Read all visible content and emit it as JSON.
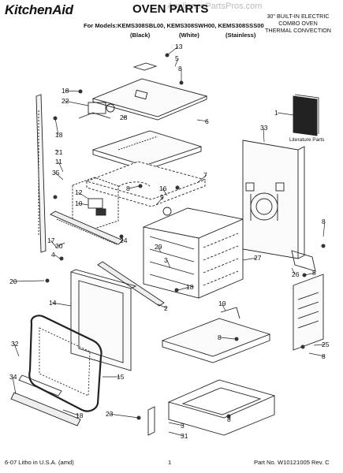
{
  "header": {
    "brand": "KitchenAid",
    "title": "OVEN PARTS",
    "models": "For Models:KEMS308SBL00, KEMS308SWH00, KEMS308SSS00",
    "finishes": [
      "(Black)",
      "(White)",
      "(Stainless)"
    ],
    "description": [
      "30\" BUILT-IN ELECTRIC",
      "COMBO OVEN",
      "THERMAL CONVECTION"
    ],
    "watermark": "AppliancePartsPros.com"
  },
  "literature_label": "Literature Parts",
  "callouts": [
    "1",
    "2",
    "3",
    "4",
    "5",
    "6",
    "7",
    "8",
    "9",
    "10",
    "11",
    "12",
    "13",
    "14",
    "15",
    "16",
    "17",
    "18",
    "19",
    "20",
    "21",
    "22",
    "23",
    "24",
    "25",
    "26",
    "27",
    "28",
    "29",
    "30",
    "31",
    "32",
    "33",
    "34",
    "35"
  ],
  "footer": {
    "left": "6-07 Litho in U.S.A. (amd)",
    "page": "1",
    "right": "Part No. W10121005 Rev. C"
  }
}
